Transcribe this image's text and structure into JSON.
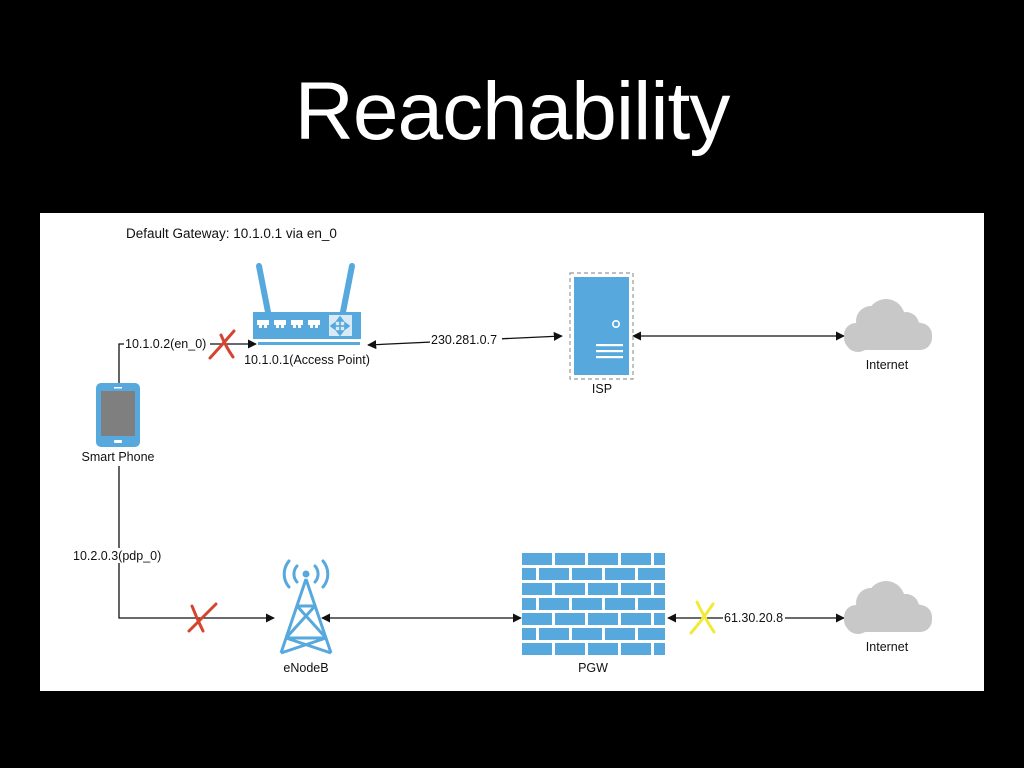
{
  "slide": {
    "title": "Reachability",
    "background": "#000000",
    "title_color": "#ffffff"
  },
  "diagram": {
    "header": "Default Gateway: 10.1.0.1 via en_0",
    "colors": {
      "device_blue": "#56a8dd",
      "cloud_gray": "#c8c8c8",
      "line": "#111111",
      "x_mark_red": "#d5442f",
      "x_mark_yellow": "#f2ea3a"
    },
    "nodes": {
      "phone": {
        "label": "Smart Phone",
        "icon": "smartphone-icon"
      },
      "access_point": {
        "label": "10.1.0.1(Access Point)",
        "icon": "router-icon"
      },
      "isp": {
        "label": "ISP",
        "icon": "server-icon"
      },
      "internet_top": {
        "label": "Internet",
        "icon": "cloud-icon"
      },
      "enodeb": {
        "label": "eNodeB",
        "icon": "cell-tower-icon"
      },
      "pgw": {
        "label": "PGW",
        "icon": "firewall-icon"
      },
      "internet_bottom": {
        "label": "Internet",
        "icon": "cloud-icon"
      }
    },
    "links": {
      "phone_to_ap": {
        "label": "10.1.0.2(en_0)",
        "status": "blocked",
        "mark": "x-red"
      },
      "ap_to_isp": {
        "label": "230.281.0.7"
      },
      "isp_to_internet": {
        "label": ""
      },
      "phone_to_enodeb": {
        "label": "10.2.0.3(pdp_0)",
        "status": "blocked",
        "mark": "x-red"
      },
      "enodeb_to_pgw": {
        "label": ""
      },
      "pgw_to_internet": {
        "label": "61.30.20.8",
        "status": "blocked",
        "mark": "x-yellow"
      }
    }
  }
}
